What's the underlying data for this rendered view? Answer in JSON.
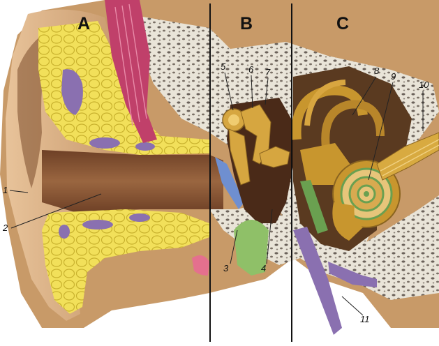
{
  "sections": [
    {
      "letter": "A",
      "region": "outer-ear"
    },
    {
      "letter": "B",
      "region": "middle-ear"
    },
    {
      "letter": "C",
      "region": "inner-ear"
    }
  ],
  "parts": [
    {
      "number": "1",
      "name": "auricle"
    },
    {
      "number": "2",
      "name": "external-auditory-canal"
    },
    {
      "number": "3",
      "name": "tympanic-membrane"
    },
    {
      "number": "4",
      "name": "tympanic-cavity"
    },
    {
      "number": "5",
      "name": "malleus"
    },
    {
      "number": "6",
      "name": "incus"
    },
    {
      "number": "7",
      "name": "stapes"
    },
    {
      "number": "8",
      "name": "semicircular-canals"
    },
    {
      "number": "9",
      "name": "cochlea"
    },
    {
      "number": "10",
      "name": "auditory-nerve"
    },
    {
      "number": "11",
      "name": "eustachian-tube"
    }
  ],
  "colors": {
    "skin": "#b07a4a",
    "skin_light": "#e8c39a",
    "canal": "#8a5a3a",
    "fat": "#f2e05a",
    "fat_dark": "#c9b22e",
    "bone": "#e9e4d8",
    "bone_spots": "#6b625a",
    "muscle": "#c0406a",
    "vein": "#8a70b0",
    "ossicle": "#d6a640",
    "cavity": "#4a2a18",
    "cochlea": "#c8962e",
    "eardrum": "#6f8fd0",
    "green": "#6aa050"
  }
}
